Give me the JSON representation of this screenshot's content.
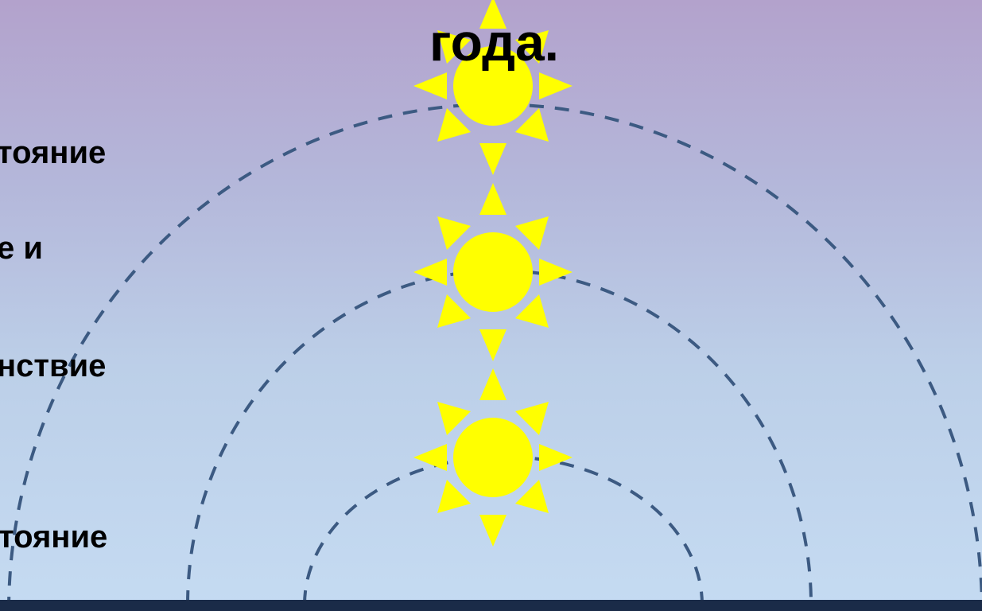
{
  "slide": {
    "title": "года.",
    "labels": [
      "тояние",
      "е и",
      "нствие",
      "тояние"
    ]
  },
  "colors": {
    "sun": "#ffff00",
    "arc": "#3c5a82",
    "ground": "#1a2b48",
    "text": "#000000"
  }
}
